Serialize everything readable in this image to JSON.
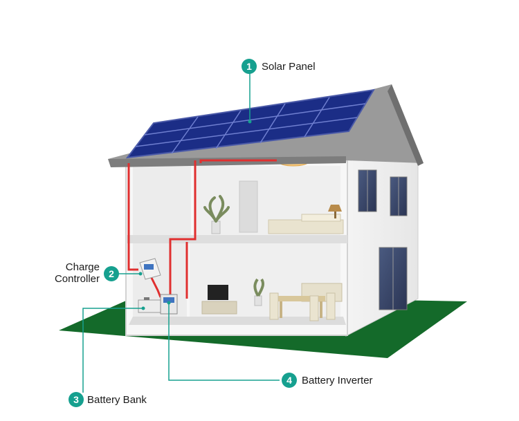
{
  "callouts": [
    {
      "number": "1",
      "label": "Solar Panel"
    },
    {
      "number": "2",
      "label_line1": "Charge",
      "label_line2": "Controller"
    },
    {
      "number": "3",
      "label": "Battery Bank"
    },
    {
      "number": "4",
      "label": "Battery Inverter"
    }
  ],
  "colors": {
    "callout_teal": "#16a08f",
    "wire_red": "#e02f2f",
    "panel_blue": "#1b2d86",
    "ground_green": "#146a2a",
    "roof_gray": "#8a8a8a"
  }
}
